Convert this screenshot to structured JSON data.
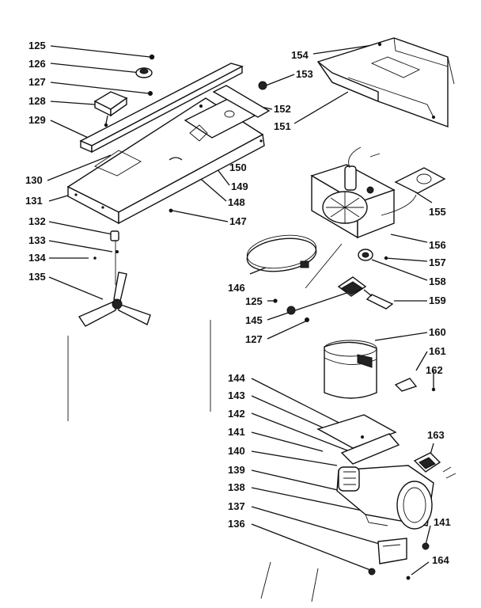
{
  "callouts": [
    {
      "id": "c125a",
      "text": "125"
    },
    {
      "id": "c126",
      "text": "126"
    },
    {
      "id": "c127a",
      "text": "127"
    },
    {
      "id": "c128",
      "text": "128"
    },
    {
      "id": "c129",
      "text": "129"
    },
    {
      "id": "c130",
      "text": "130"
    },
    {
      "id": "c131",
      "text": "131"
    },
    {
      "id": "c132",
      "text": "132"
    },
    {
      "id": "c133",
      "text": "133"
    },
    {
      "id": "c134",
      "text": "134"
    },
    {
      "id": "c135",
      "text": "135"
    },
    {
      "id": "c154",
      "text": "154"
    },
    {
      "id": "c153",
      "text": "153"
    },
    {
      "id": "c152",
      "text": "152"
    },
    {
      "id": "c151",
      "text": "151"
    },
    {
      "id": "c150",
      "text": "150"
    },
    {
      "id": "c149",
      "text": "149"
    },
    {
      "id": "c148",
      "text": "148"
    },
    {
      "id": "c147",
      "text": "147"
    },
    {
      "id": "c155",
      "text": "155"
    },
    {
      "id": "c156",
      "text": "156"
    },
    {
      "id": "c157",
      "text": "157"
    },
    {
      "id": "c158",
      "text": "158"
    },
    {
      "id": "c159",
      "text": "159"
    },
    {
      "id": "c146",
      "text": "146"
    },
    {
      "id": "c125b",
      "text": "125"
    },
    {
      "id": "c145",
      "text": "145"
    },
    {
      "id": "c127b",
      "text": "127"
    },
    {
      "id": "c160",
      "text": "160"
    },
    {
      "id": "c161",
      "text": "161"
    },
    {
      "id": "c162",
      "text": "162"
    },
    {
      "id": "c144",
      "text": "144"
    },
    {
      "id": "c143",
      "text": "143"
    },
    {
      "id": "c142",
      "text": "142"
    },
    {
      "id": "c141a",
      "text": "141"
    },
    {
      "id": "c140",
      "text": "140"
    },
    {
      "id": "c139",
      "text": "139"
    },
    {
      "id": "c138",
      "text": "138"
    },
    {
      "id": "c137",
      "text": "137"
    },
    {
      "id": "c136",
      "text": "136"
    },
    {
      "id": "c163",
      "text": "163"
    },
    {
      "id": "c141b",
      "text": "141"
    },
    {
      "id": "c164",
      "text": "164"
    }
  ]
}
